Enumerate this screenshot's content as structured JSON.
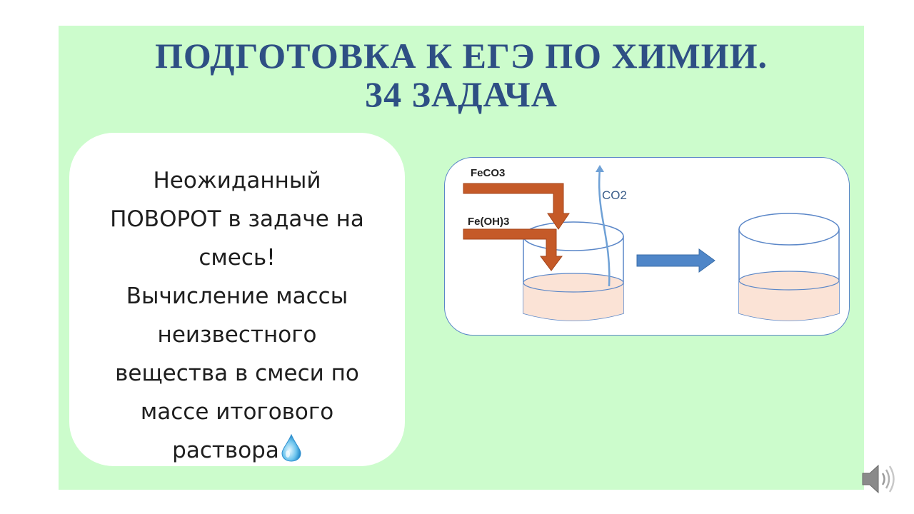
{
  "slide": {
    "title_line1": "ПОДГОТОВКА К ЕГЭ ПО ХИМИИ.",
    "title_line2": "34 ЗАДАЧА",
    "text_lines": [
      "Неожиданный",
      "ПОВОРОТ в задаче на",
      "смесь!",
      "Вычисление массы",
      "неизвестного",
      "вещества в смеси по",
      "массе итогового",
      "раствора"
    ]
  },
  "diagram": {
    "label_feco3": "FeCO3",
    "label_feoh3": "Fe(OH)3",
    "label_co2": "CO2"
  },
  "colors": {
    "slide_bg": "#ccfccc",
    "title": "#2e4f84",
    "reagent_arrow": "#c55a28",
    "process_arrow": "#4f86c8",
    "solution": "#fbe3d6"
  },
  "icons": {
    "drop": "water-drop-icon",
    "speaker": "speaker-icon"
  }
}
